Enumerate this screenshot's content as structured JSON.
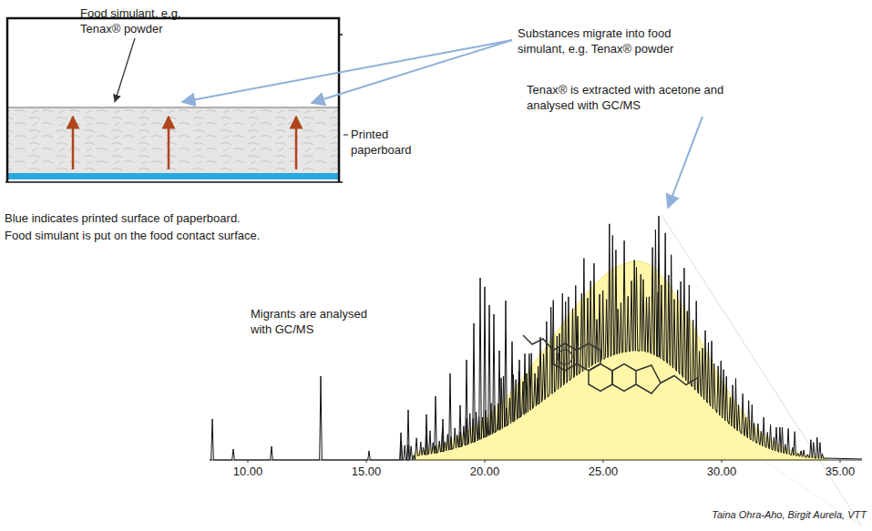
{
  "diagram": {
    "caption": "Taina Ohra-Aho, Birgit Aurela, VTT",
    "labels": [
      "Food simulant, e.g. Tenax® powder",
      "Substances migrate into food simulant, e.g. Tenax® powder",
      "Tenax® is extracted with acetone and analysed with GC/MS",
      "Printed paperboard",
      "Blue indicates printed surface of paperboard.",
      "Food simulant is put on the food contact surface.",
      "Migrants are analysed with GC/MS",
      "10.00",
      "15.00",
      "20.00",
      "25.00",
      "30.00",
      "35.00"
    ]
  }
}
